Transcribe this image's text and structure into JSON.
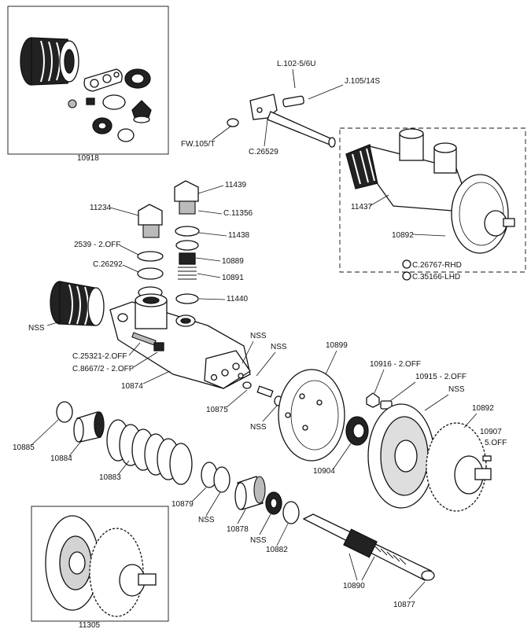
{
  "insets": {
    "seal_kit": "10918",
    "servo": "11305"
  },
  "variants": {
    "rhd": "C.26767-RHD",
    "lhd": "C.35166-LHD"
  },
  "labels": {
    "l102": "L.102-5/6U",
    "j105": "J.105/14S",
    "fw105": "FW.105/T",
    "c26529": "C.26529",
    "n11437": "11437",
    "n10892_top": "10892",
    "n11439": "11439",
    "n11234": "11234",
    "c11356": "C.11356",
    "n11438": "11438",
    "n2539": "2539 - 2.OFF",
    "c26292": "C.26292",
    "n10889": "10889",
    "n10891": "10891",
    "nss_left": "NSS",
    "n11440": "11440",
    "c25321": "C.25321-2.OFF",
    "c8667": "C.8667/2 - 2.OFF",
    "n10874": "10874",
    "nss_a": "NSS",
    "nss_b": "NSS",
    "n10875": "10875",
    "nss_c": "NSS",
    "n10899": "10899",
    "n10916": "10916 - 2.OFF",
    "n10915": "10915 - 2.OFF",
    "nss_d": "NSS",
    "n10892_bottom": "10892",
    "n10907": "10907",
    "off5": "5.OFF",
    "n10904": "10904",
    "n10885": "10885",
    "n10884": "10884",
    "n10883": "10883",
    "n10879": "10879",
    "nss_e": "NSS",
    "n10878": "10878",
    "nss_f": "NSS",
    "n10882": "10882",
    "n10890": "10890",
    "n10877": "10877"
  }
}
